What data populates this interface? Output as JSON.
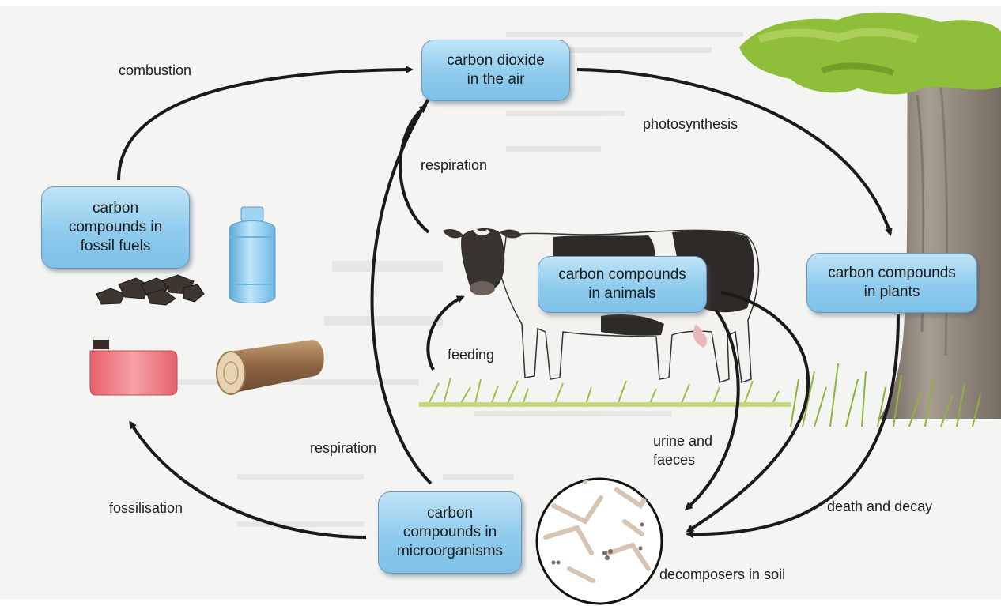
{
  "nodes": {
    "co2_air": {
      "line1": "carbon dioxide",
      "line2": "in the air"
    },
    "fossil_fuels": {
      "line1": "carbon",
      "line2": "compounds in",
      "line3": "fossil fuels"
    },
    "animals": {
      "line1": "carbon compounds",
      "line2": "in animals"
    },
    "plants": {
      "line1": "carbon compounds",
      "line2": "in plants"
    },
    "microorganisms": {
      "line1": "carbon",
      "line2": "compounds in",
      "line3": "microorganisms"
    }
  },
  "labels": {
    "combustion": "combustion",
    "photosynthesis": "photosynthesis",
    "respiration_top": "respiration",
    "feeding": "feeding",
    "respiration_bottom": "respiration",
    "fossilisation": "fossilisation",
    "urine_line1": "urine and",
    "urine_line2": "faeces",
    "death_decay": "death and decay",
    "decomposers": "decomposers in soil"
  },
  "colors": {
    "node_fill": "#8fcbed",
    "node_border": "#6f98b7",
    "arrow": "#1a1a1a",
    "tree_leaves": "#8fbe3a",
    "tree_trunk": "#8a7f73",
    "grass": "#9cc04a",
    "gas_cylinder": "#8ec8ec",
    "fuel_can": "#e86a72",
    "log": "#a07a55"
  },
  "icons": [
    "coal-icon",
    "gas-cylinder-icon",
    "fuel-can-icon",
    "log-icon",
    "cow-icon",
    "tree-icon",
    "grass-icon",
    "decomposers-icon"
  ]
}
